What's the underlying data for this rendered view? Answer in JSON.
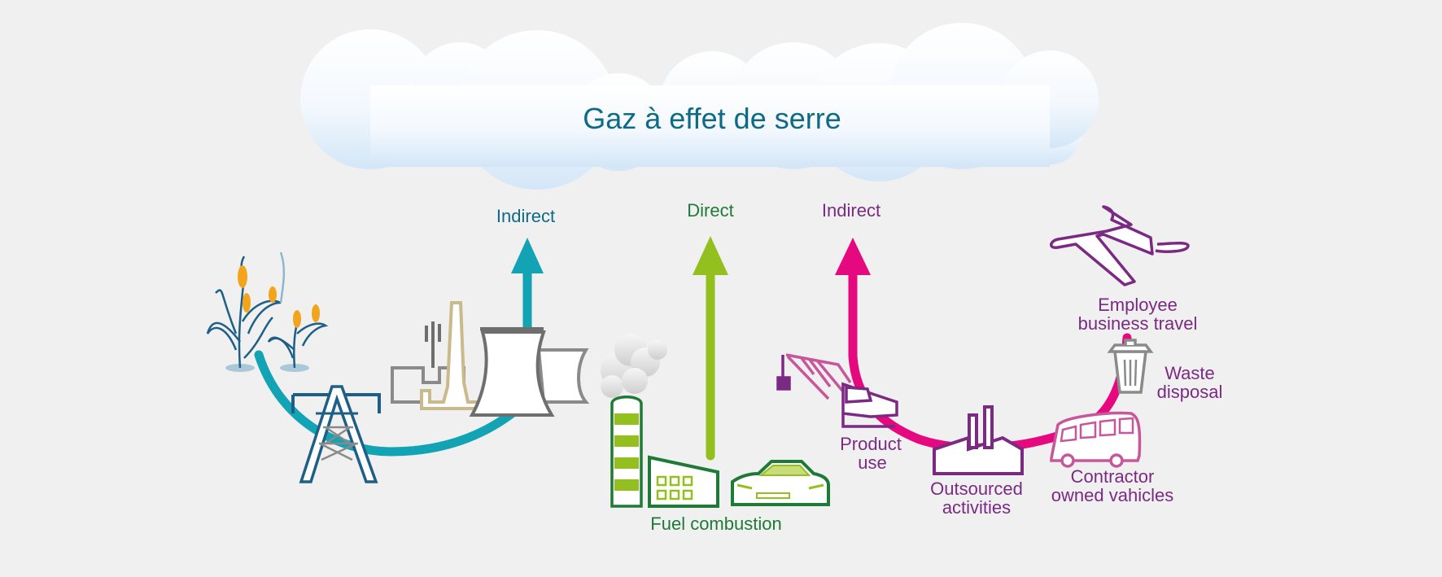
{
  "title": "Gaz à effet de serre",
  "arrows": {
    "indirect_left": "Indirect",
    "direct": "Direct",
    "indirect_right": "Indirect"
  },
  "labels": {
    "fuel_combustion": "Fuel combustion",
    "product_use": [
      "Product",
      "use"
    ],
    "outsourced": [
      "Outsourced",
      "activities"
    ],
    "contractor": [
      "Contractor",
      "owned vahicles"
    ],
    "waste": [
      "Waste",
      "disposal"
    ],
    "travel": [
      "Employee",
      "business travel"
    ]
  },
  "colors": {
    "background": "#f0f0f0",
    "title": "#0e6a87",
    "indirect_left": "#12a3b5",
    "direct": "#93c01f",
    "indirect_right": "#e5087e",
    "purple": "#7b2a83",
    "green": "#1e7a36",
    "teal_dark": "#1d5f86"
  }
}
